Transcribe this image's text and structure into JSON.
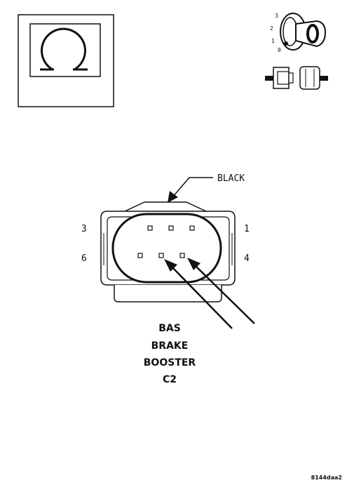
{
  "connector_color": "BLACK",
  "pins": {
    "top_left": "3",
    "top_right": "1",
    "bottom_left": "6",
    "bottom_right": "4"
  },
  "ignition_positions": [
    "3",
    "2",
    "1",
    "0"
  ],
  "component": {
    "line1": "BAS",
    "line2": "BRAKE",
    "line3": "BOOSTER",
    "line4": "C2"
  },
  "figure_id": "8144daa2",
  "symbol": "ohm-symbol-icon",
  "icons": [
    "ignition-key-icon",
    "connector-separated-icon"
  ]
}
